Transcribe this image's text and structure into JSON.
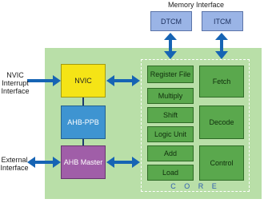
{
  "title": "Memory Interface",
  "memory_blocks": {
    "dtcm": "DTCM",
    "itcm": "ITCM"
  },
  "external_labels": {
    "nvic_interrupt": [
      "NVIC",
      "Interrupt",
      "Interface"
    ],
    "external_interface": [
      "External",
      "Interface"
    ]
  },
  "left_blocks": {
    "nvic": "NVIC",
    "ahb_ppb": "AHB-PPB",
    "ahb_master": "AHB Master"
  },
  "core": {
    "label": "C O R E",
    "units": [
      "Register File",
      "Multiply",
      "Shift",
      "Logic Unit",
      "Add",
      "Load"
    ],
    "pipeline": [
      "Fetch",
      "Decode",
      "Control"
    ]
  },
  "colors": {
    "panel": "#b9dfa8",
    "core_unit": "#5aa84d",
    "nvic": "#f5e416",
    "ahb_ppb": "#3e94d1",
    "ahb_master": "#a05ea8",
    "memory": "#9ab4e6",
    "arrow": "#1664b4"
  }
}
